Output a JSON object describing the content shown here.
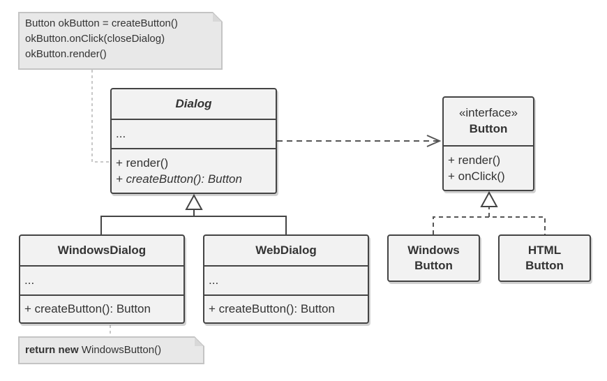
{
  "note_top": {
    "line1": "Button okButton = createButton()",
    "line2": "okButton.onClick(closeDialog)",
    "line3": "okButton.render()"
  },
  "note_bottom": {
    "keyword": "return new",
    "rest": " WindowsButton()"
  },
  "dialog": {
    "name": "Dialog",
    "fields": "...",
    "op1": "+ render()",
    "op2": "+ createButton(): Button"
  },
  "button_interface": {
    "stereotype": "«interface»",
    "name": "Button",
    "op1": "+ render()",
    "op2": "+ onClick()"
  },
  "windows_dialog": {
    "name": "WindowsDialog",
    "fields": "...",
    "op1": "+ createButton(): Button"
  },
  "web_dialog": {
    "name": "WebDialog",
    "fields": "...",
    "op1": "+ createButton(): Button"
  },
  "windows_button": {
    "line1": "Windows",
    "line2": "Button"
  },
  "html_button": {
    "line1": "HTML",
    "line2": "Button"
  }
}
